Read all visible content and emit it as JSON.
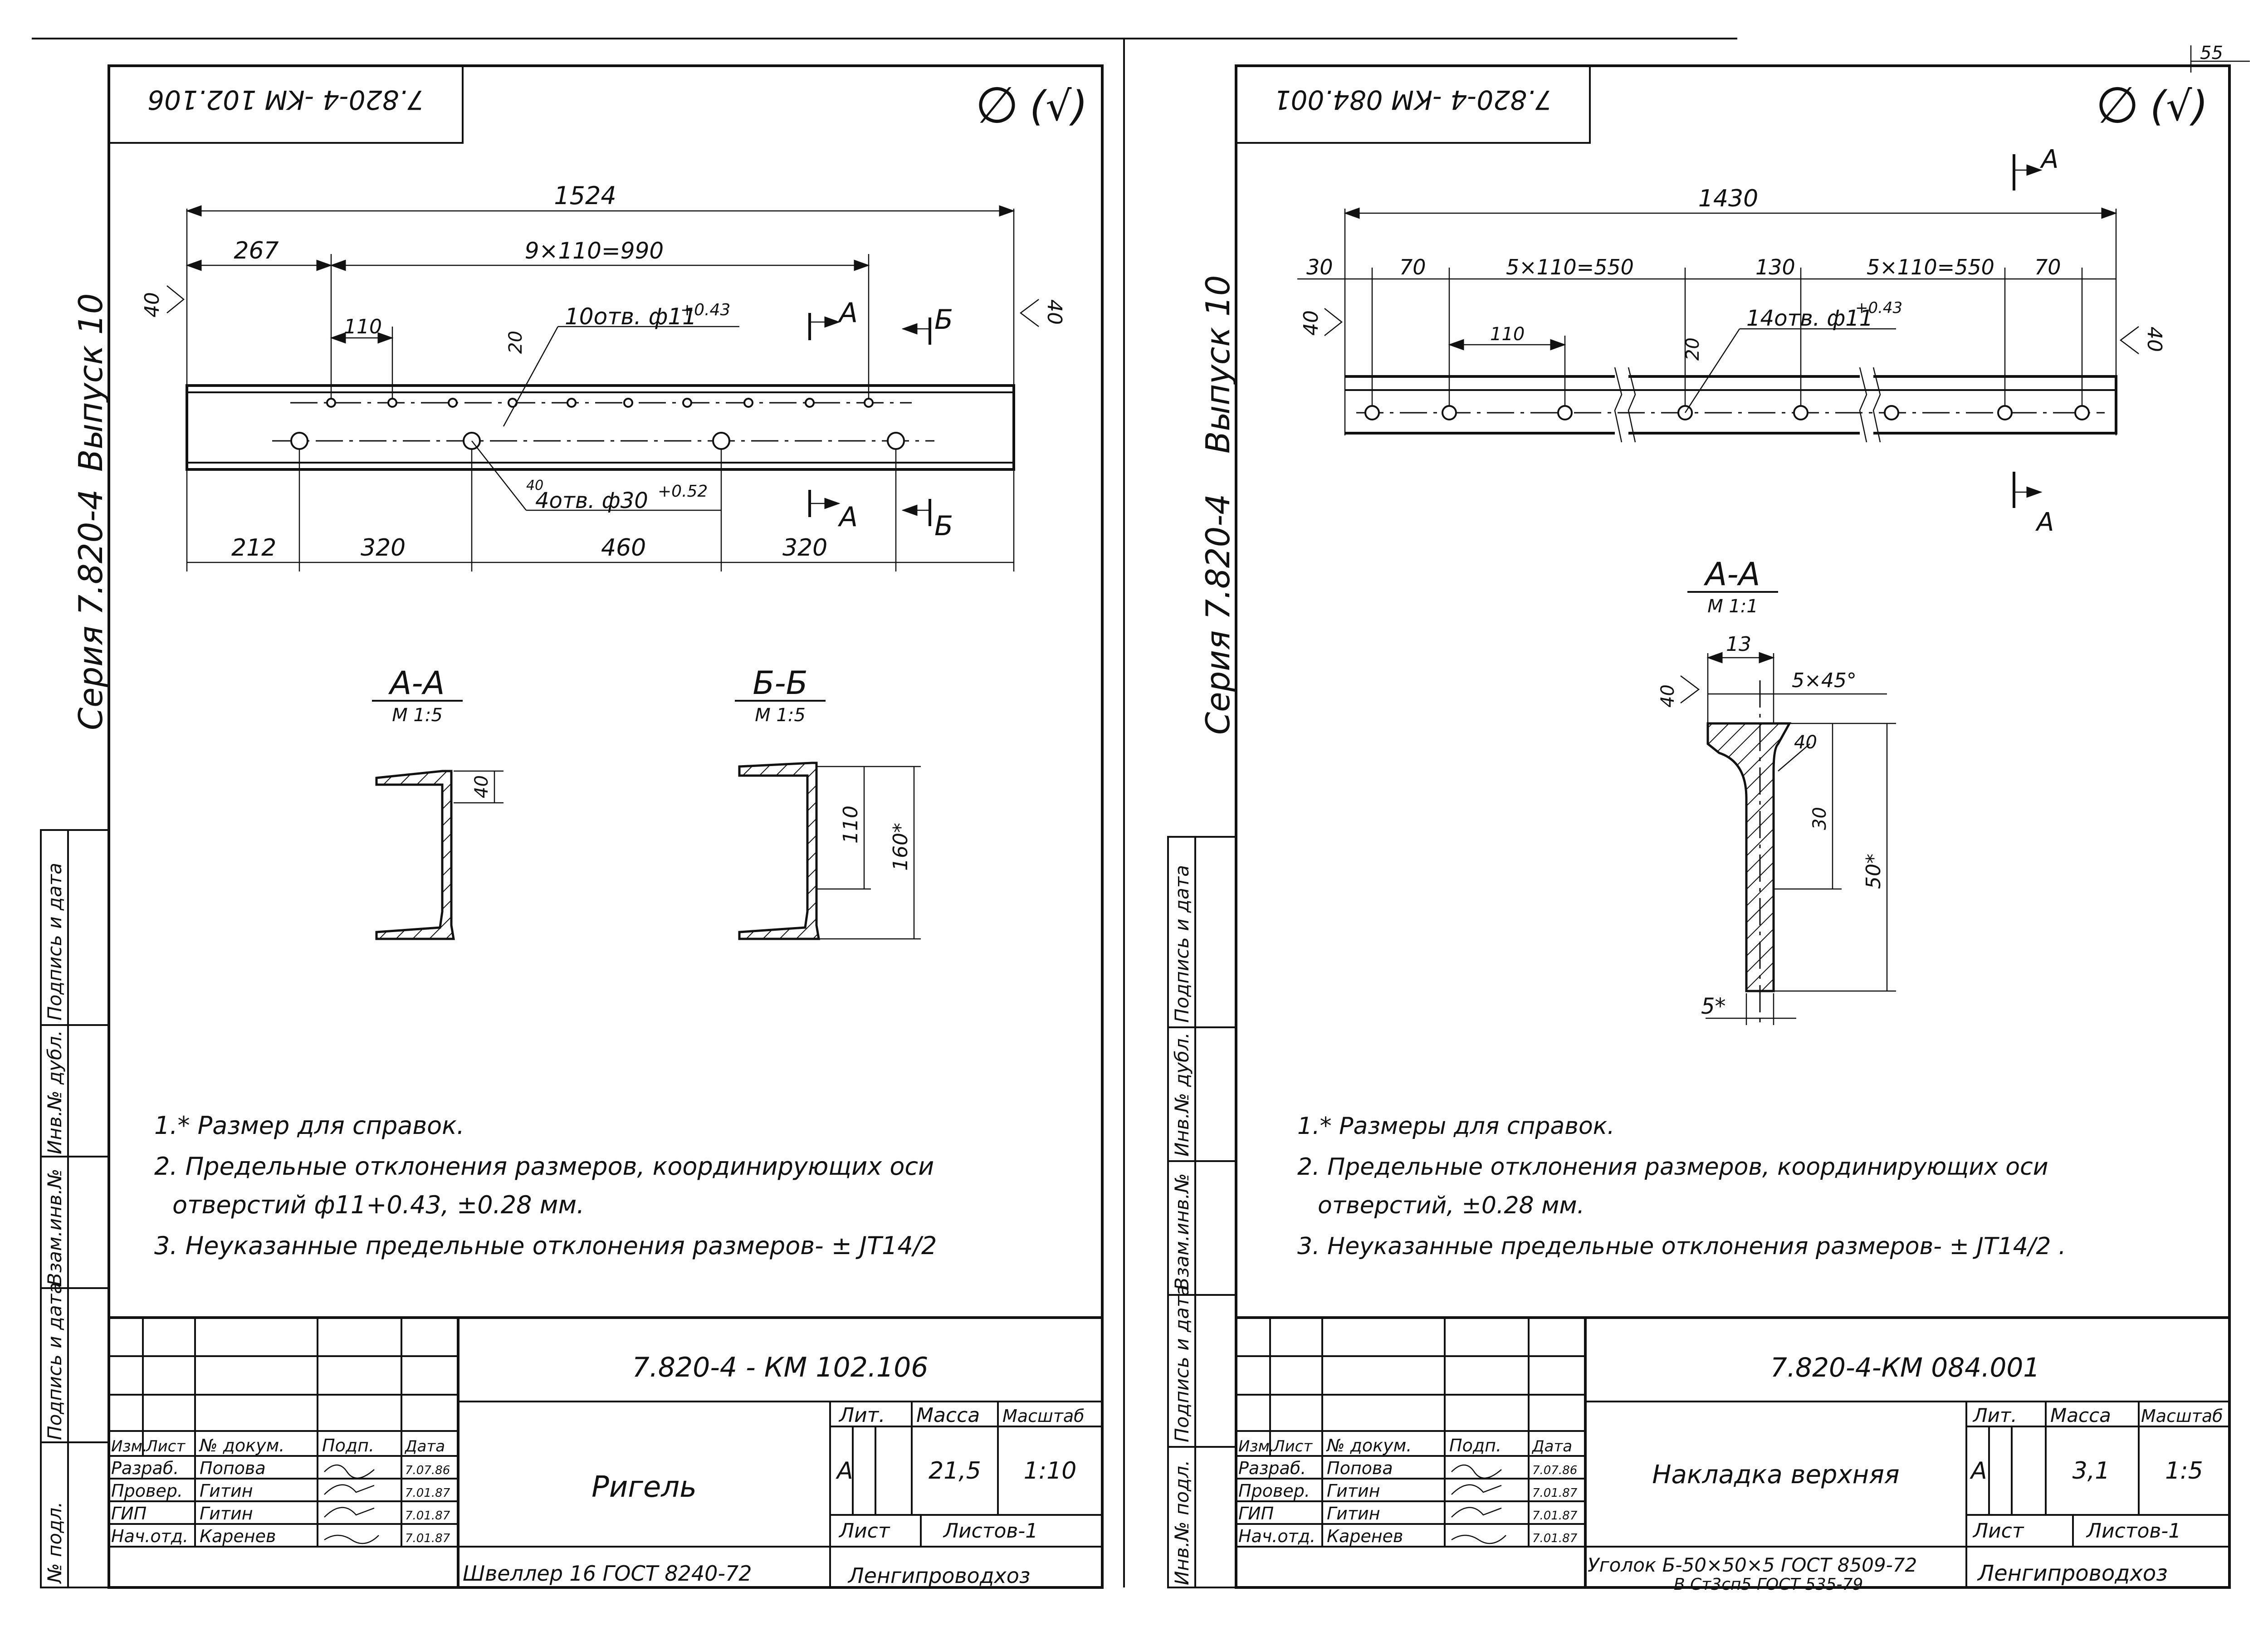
{
  "page_number": "55",
  "surface_marks": {
    "symbol": "∅",
    "paren": "(√)"
  },
  "left": {
    "rotated_code": "7.820-4 -KM 102.106",
    "side_vypusk": "Выпуск 10",
    "side_seriya": "Серия 7.820-4",
    "stamp_labels": [
      "Подпись и дата",
      "Инв.№ дубл.",
      "Взам.инв.№",
      "Подпись и дата",
      "№ подл."
    ],
    "dims": {
      "overall": "1524",
      "first": "267",
      "series": "9×110=990",
      "pitch": "110",
      "holes_small": "10отв. ф11",
      "holes_small_tol": "+0.43",
      "edge20": "20",
      "holes_big": "4отв. ф30",
      "holes_big_tol": "+0.52",
      "big40": "40",
      "roughness_left": "40",
      "roughness_right": "40",
      "b1": "212",
      "b2": "320",
      "b3": "460",
      "b4": "320"
    },
    "cut_labels": {
      "a": "А",
      "b": "Б"
    },
    "section_aa": {
      "title": "А-А",
      "scale": "М 1:5",
      "dim": "40"
    },
    "section_bb": {
      "title": "Б-Б",
      "scale": "М 1:5",
      "dim_inner": "110",
      "dim_outer": "160*"
    },
    "notes": [
      "1.* Размер для справок.",
      "2. Предельные отклонения размеров, координирующих оси",
      "отверстий ф11+0.43, ±0.28 мм.",
      "3. Неуказанные предельные отклонения размеров- ± JT14/2"
    ],
    "title_block": {
      "code": "7.820-4 - КМ 102.106",
      "headers": [
        "Изм.",
        "Лист",
        "№ докум.",
        "Подп.",
        "Дата"
      ],
      "rows": [
        {
          "role": "Разраб.",
          "name": "Попова",
          "date": "7.07.86"
        },
        {
          "role": "Провер.",
          "name": "Гитин",
          "date": "7.01.87"
        },
        {
          "role": "ГИП",
          "name": "Гитин",
          "date": "7.01.87"
        },
        {
          "role": "Нач.отд.",
          "name": "Каренев",
          "date": "7.01.87"
        }
      ],
      "part_name": "Ригель",
      "lit_label": "Лит.",
      "mass_label": "Масса",
      "scale_label": "Масштаб",
      "lit": "А",
      "mass": "21,5",
      "scale": "1:10",
      "sheet_label": "Лист",
      "sheets_label": "Листов-1",
      "material": "Швеллер 16 ГОСТ 8240-72",
      "org": "Ленгипроводхоз"
    }
  },
  "right": {
    "rotated_code": "7.820-4 -КМ 084.001",
    "side_vypusk": "Выпуск 10",
    "side_seriya": "Серия 7.820-4",
    "stamp_labels": [
      "Подпись и дата",
      "Инв.№ дубл.",
      "Взам.инв.№",
      "Подпись и дата",
      "Инв.№ подл."
    ],
    "dims": {
      "overall": "1430",
      "d30": "30",
      "d70a": "70",
      "s1": "5×110=550",
      "d130": "130",
      "s2": "5×110=550",
      "d70b": "70",
      "pitch": "110",
      "edge20": "20",
      "holes": "14отв. ф11",
      "holes_tol": "+0.43",
      "roughness_left": "40",
      "roughness_right": "40"
    },
    "cut_label": "А",
    "section_aa": {
      "title": "А-А",
      "scale": "М 1:1",
      "d13": "13",
      "chamfer": "5×45°",
      "r40": "40",
      "d30": "30",
      "d50": "50*",
      "d5": "5*",
      "rough": "40"
    },
    "notes": [
      "1.* Размеры для справок.",
      "2. Предельные отклонения размеров, координирующих оси",
      "отверстий, ±0.28 мм.",
      "3. Неуказанные предельные отклонения размеров- ± JT14/2 ."
    ],
    "title_block": {
      "code": "7.820-4-КМ 084.001",
      "headers": [
        "Изм.",
        "Лист",
        "№ докум.",
        "Подп.",
        "Дата"
      ],
      "rows": [
        {
          "role": "Разраб.",
          "name": "Попова",
          "date": "7.07.86"
        },
        {
          "role": "Провер.",
          "name": "Гитин",
          "date": "7.01.87"
        },
        {
          "role": "ГИП",
          "name": "Гитин",
          "date": "7.01.87"
        },
        {
          "role": "Нач.отд.",
          "name": "Каренев",
          "date": "7.01.87"
        }
      ],
      "part_name": "Накладка верхняя",
      "lit_label": "Лит.",
      "mass_label": "Масса",
      "scale_label": "Масштаб",
      "lit": "А",
      "mass": "3,1",
      "scale": "1:5",
      "sheet_label": "Лист",
      "sheets_label": "Листов-1",
      "material_1": "Уголок Б-50×50×5 ГОСТ 8509-72",
      "material_2": "В Ст3сп5 ГОСТ 535-79",
      "org": "Ленгипроводхоз"
    }
  }
}
